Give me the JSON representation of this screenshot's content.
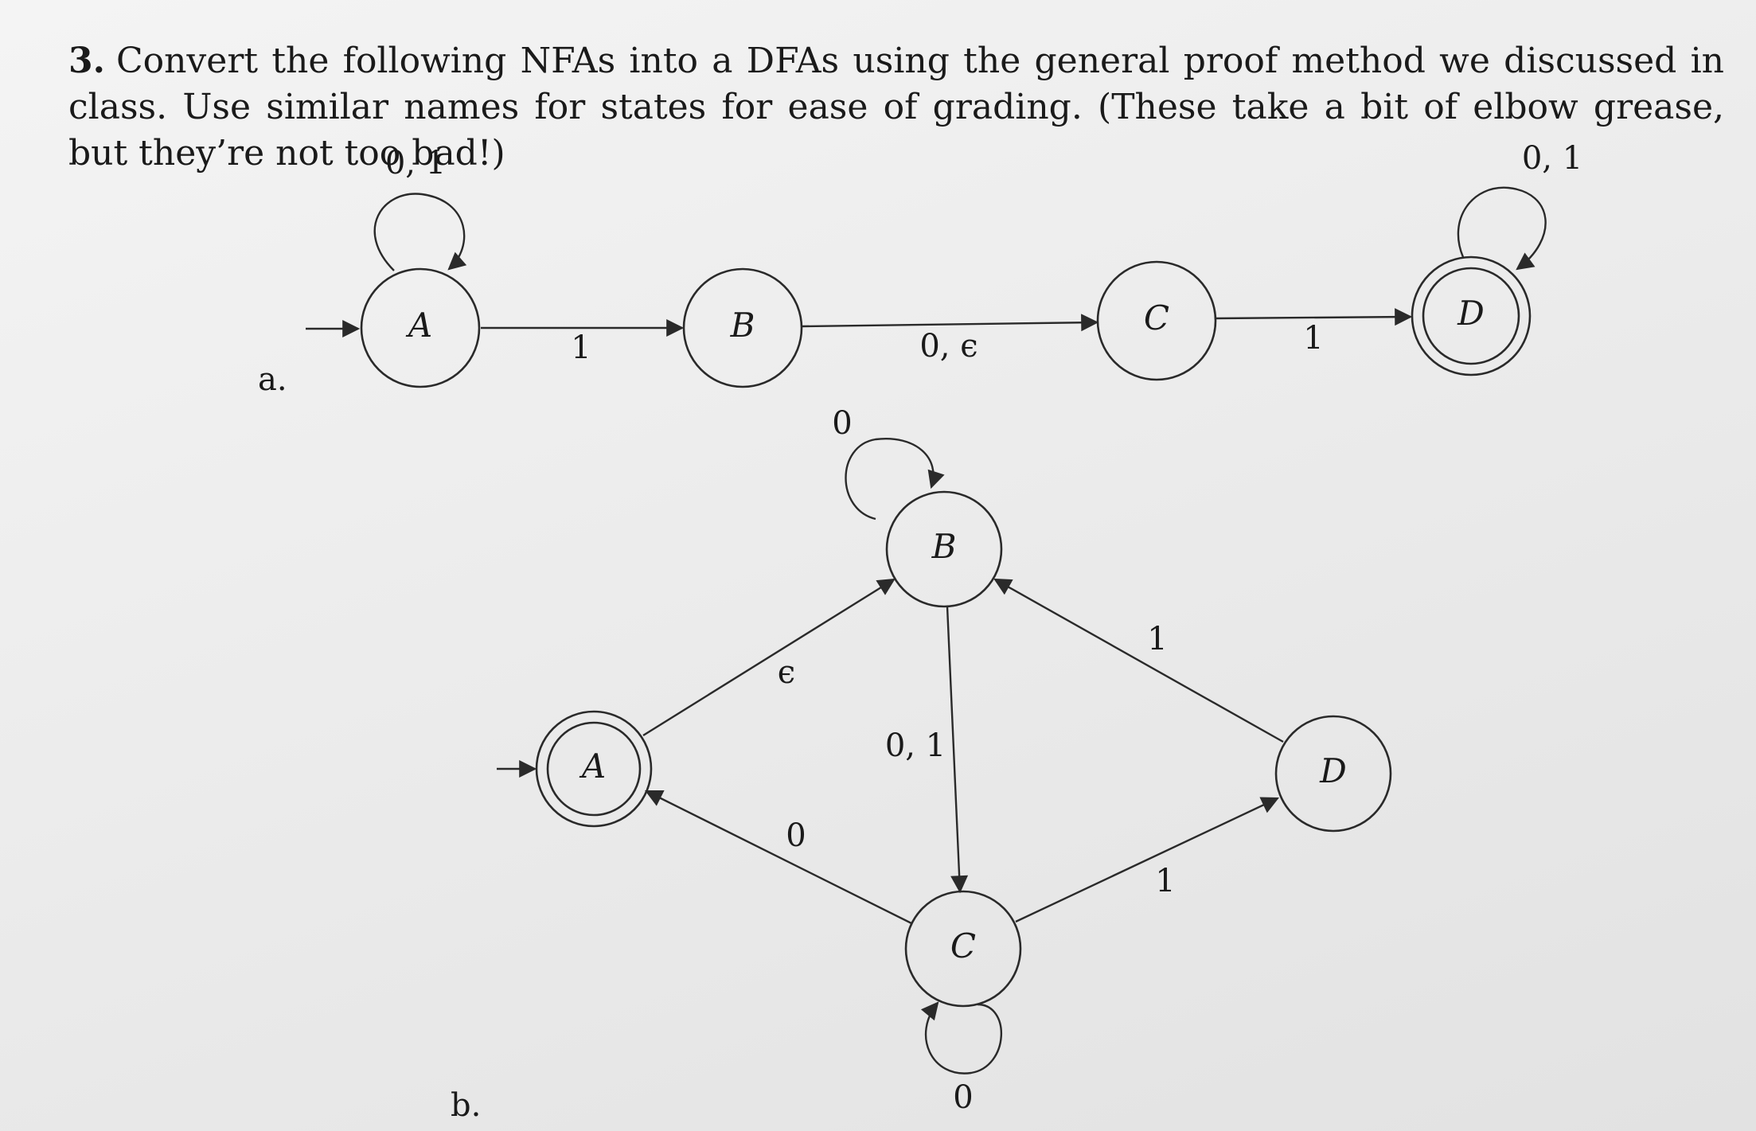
{
  "problem": {
    "number": "3.",
    "text": "Convert the following NFAs into a DFAs using the general proof method we discussed in class. Use similar names for states for ease of grading. (These take a bit of elbow grease, but they’re not too bad!)"
  },
  "nfa_a": {
    "part_label": "a.",
    "states": {
      "A": {
        "label": "A",
        "start": true,
        "accept": false
      },
      "B": {
        "label": "B",
        "start": false,
        "accept": false
      },
      "C": {
        "label": "C",
        "start": false,
        "accept": false
      },
      "D": {
        "label": "D",
        "start": false,
        "accept": true
      }
    },
    "transitions": [
      {
        "from": "A",
        "to": "A",
        "label": "0, 1"
      },
      {
        "from": "A",
        "to": "B",
        "label": "1"
      },
      {
        "from": "B",
        "to": "C",
        "label": "0, ϵ"
      },
      {
        "from": "C",
        "to": "D",
        "label": "1"
      },
      {
        "from": "D",
        "to": "D",
        "label": "0, 1"
      }
    ]
  },
  "nfa_b": {
    "part_label": "b.",
    "states": {
      "A": {
        "label": "A",
        "start": true,
        "accept": true
      },
      "B": {
        "label": "B",
        "start": false,
        "accept": false
      },
      "C": {
        "label": "C",
        "start": false,
        "accept": false
      },
      "D": {
        "label": "D",
        "start": false,
        "accept": false
      }
    },
    "transitions": [
      {
        "from": "B",
        "to": "B",
        "label": "0"
      },
      {
        "from": "A",
        "to": "B",
        "label": "ϵ"
      },
      {
        "from": "B",
        "to": "C",
        "label": "0, 1"
      },
      {
        "from": "C",
        "to": "A",
        "label": "0"
      },
      {
        "from": "D",
        "to": "B",
        "label": "1"
      },
      {
        "from": "C",
        "to": "D",
        "label": "1"
      },
      {
        "from": "C",
        "to": "C",
        "label": "0"
      }
    ]
  }
}
